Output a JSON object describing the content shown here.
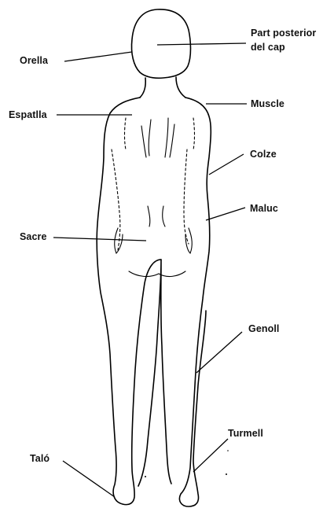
{
  "labels": {
    "orella": "Orella",
    "part_posterior_1": "Part posterior",
    "part_posterior_2": "del cap",
    "espatlla": "Espatlla",
    "muscle": "Muscle",
    "colze": "Colze",
    "maluc": "Maluc",
    "sacre": "Sacre",
    "genoll": "Genoll",
    "turmell": "Turmell",
    "talo": "Taló"
  },
  "colors": {
    "ink": "#000000",
    "background": "#ffffff"
  }
}
